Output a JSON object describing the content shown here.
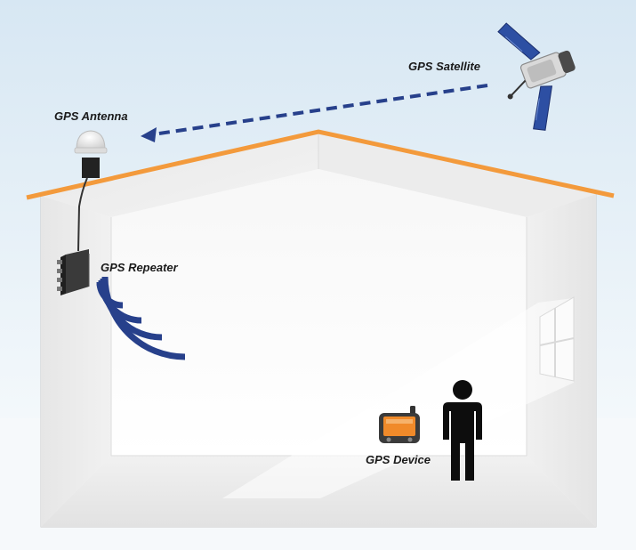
{
  "labels": {
    "satellite": "GPS Satellite",
    "antenna": "GPS Antenna",
    "repeater": "GPS Repeater",
    "device": "GPS Device"
  },
  "icons": {
    "satellite": "satellite-icon",
    "antenna": "antenna-icon",
    "repeater": "repeater-icon",
    "device": "gps-device-icon",
    "person": "person-icon",
    "window": "window-icon"
  },
  "colors": {
    "roof": "#f39a3c",
    "signal": "#27408b",
    "background_top": "#ddeaf4",
    "wall": "#f4f4f4"
  }
}
